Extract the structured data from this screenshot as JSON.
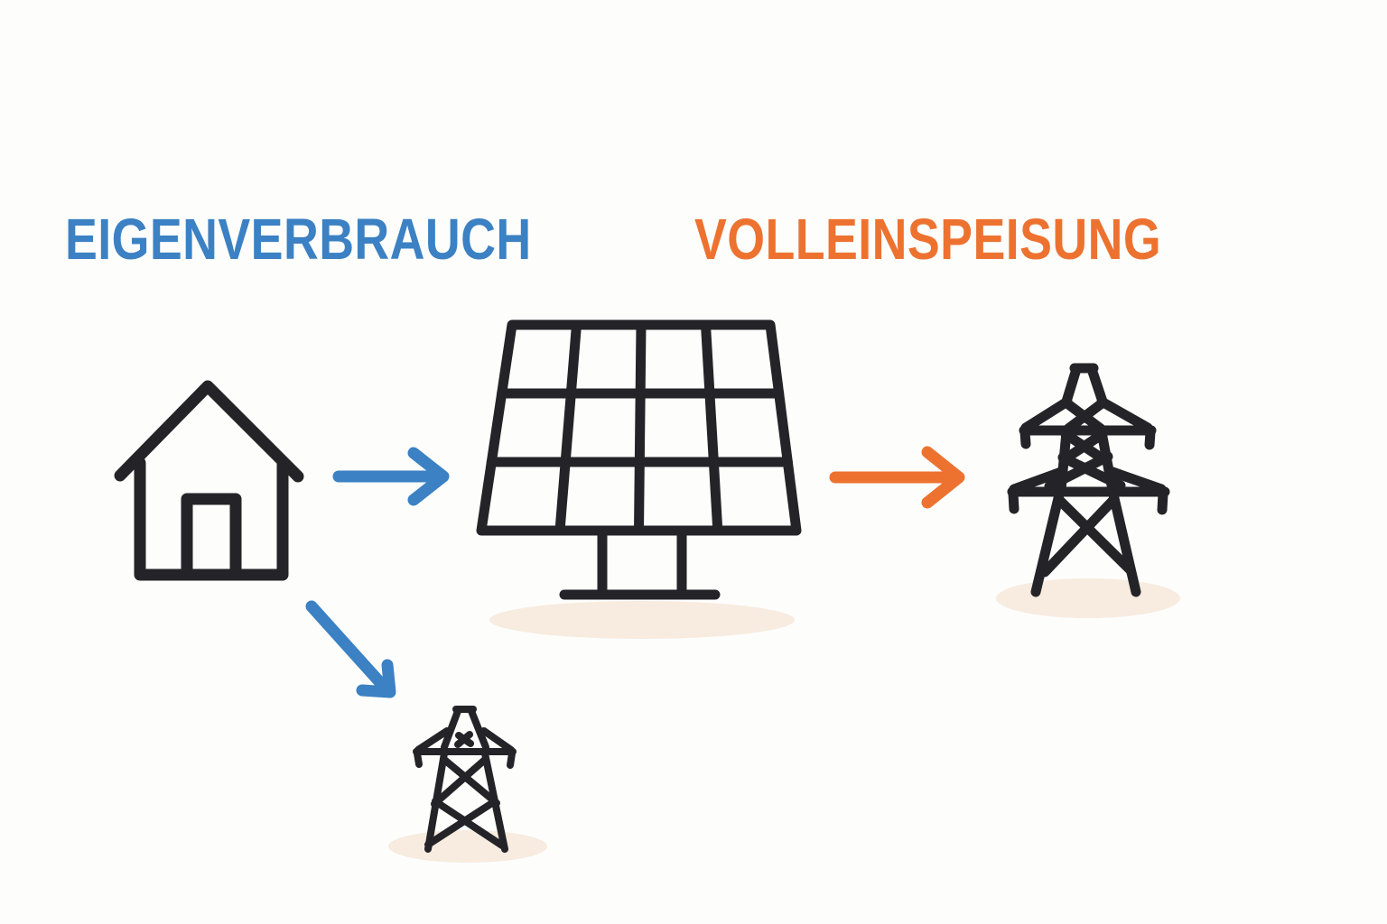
{
  "headings": {
    "eigenverbrauch": "EIGENVERBRAUCH",
    "volleinspeisung": "VOLLEINSPEISUNG"
  },
  "colors": {
    "background": "#fdfdfc",
    "ink": "#242428",
    "blue": "#3b81c3",
    "orange": "#ed7230",
    "shadow_beige": "#f7ecdf"
  },
  "icons": {
    "house": "house-icon",
    "solar_panel": "solar-panel-icon",
    "pylon_large": "power-pylon-large-icon",
    "pylon_small": "power-pylon-small-icon",
    "arrow_house_to_panel": "blue-right-arrow-icon",
    "arrow_panel_to_grid": "orange-right-arrow-icon",
    "arrow_house_to_grid": "blue-diagonal-arrow-icon"
  },
  "flows": {
    "left": {
      "label": "EIGENVERBRAUCH",
      "color": "#3b81c3",
      "from": "house",
      "to": [
        "solar_panel",
        "pylon_small"
      ]
    },
    "right": {
      "label": "VOLLEINSPEISUNG",
      "color": "#ed7230",
      "from": "solar_panel",
      "to": [
        "pylon_large"
      ]
    }
  }
}
